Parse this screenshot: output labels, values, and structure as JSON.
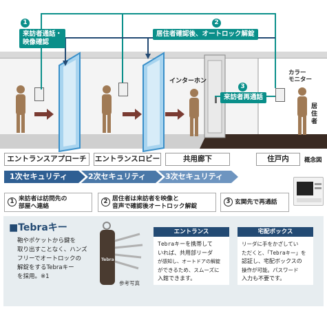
{
  "callouts": {
    "one": {
      "num": "1",
      "label_line1": "来訪者通話・",
      "label_line2": "映像確認"
    },
    "two": {
      "num": "2",
      "label": "居住者確認後、オートロック解錠"
    },
    "three": {
      "num": "3",
      "label": "来訪者再通話"
    }
  },
  "scene_labels": {
    "intercom": "インターホン",
    "color_monitor_line1": "カラー",
    "color_monitor_line2": "モニター",
    "resident": "居住者",
    "concept": "概念図"
  },
  "zones": [
    "エントランスアプローチ",
    "エントランスロビー",
    "共用廊下",
    "住戸内"
  ],
  "security": [
    "1次セキュリティ",
    "2次セキュリティ",
    "3次セキュリティ"
  ],
  "notes": [
    {
      "num": "1",
      "line1": "来訪者は訪問先の",
      "line2": "部屋へ連絡"
    },
    {
      "num": "2",
      "line1": "居住者は来訪者を映像と",
      "line2": "音声で確認後オートロック解錠"
    },
    {
      "num": "3",
      "line1": "玄関先で再通話",
      "line2": ""
    }
  ],
  "tebra": {
    "title": "■Tebraキー",
    "desc": [
      "鞄やポケットから鍵を",
      "取り出すことなく、ハンズ",
      "フリーでオートロックの",
      "解錠をするTebraキー",
      "を採用。※1"
    ],
    "key_brand": "Tebra",
    "photo_caption": "参考写真",
    "entrance": {
      "title": "エントランス",
      "body": [
        "Tebraキーを携帯して",
        "いれば、共用部リーダ",
        "が感知し、オートドアの解錠",
        "ができるため、スムーズに",
        "入館できます。"
      ]
    },
    "delivery": {
      "title": "宅配ボックス",
      "body": [
        "リーダに手をかざしてい",
        "ただくと、「Tebraキー」を",
        "認証し、宅配ボックスの",
        "操作が可能。パスワード",
        "入力も不要です。"
      ]
    }
  },
  "colors": {
    "teal": "#0a8f8a",
    "navy": "#234a73",
    "sec_blue": "#5b87b8",
    "door_blue": "#3a8fc9",
    "floor_brown": "#3a2a22",
    "person": "#a07a55"
  }
}
